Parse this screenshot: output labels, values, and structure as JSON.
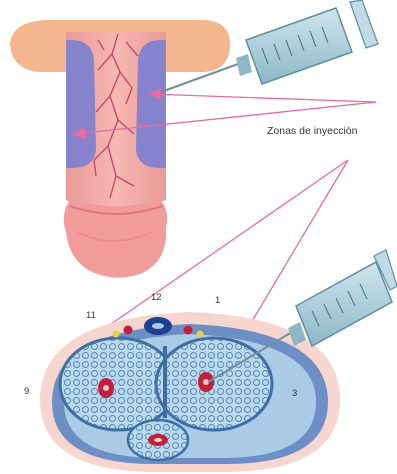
{
  "labels": {
    "zones": "Zonas de inyección",
    "clock_12": "12",
    "clock_11": "11",
    "clock_1": "1",
    "clock_9": "9",
    "clock_3": "3"
  },
  "colors": {
    "skin": "#f2a7a3",
    "skin_shadow": "#dc8a86",
    "injection_zone": "#7b7fd0",
    "arrow": "#e86aa5",
    "syringe_body": "#9fc6d4",
    "syringe_dark": "#5f8fa0",
    "tunica": "#5f86bf",
    "corpora": "#a9cde4",
    "red_artery": "#c0203a"
  },
  "icons": {
    "syringe_top": "syringe-icon",
    "syringe_bottom": "syringe-icon"
  }
}
